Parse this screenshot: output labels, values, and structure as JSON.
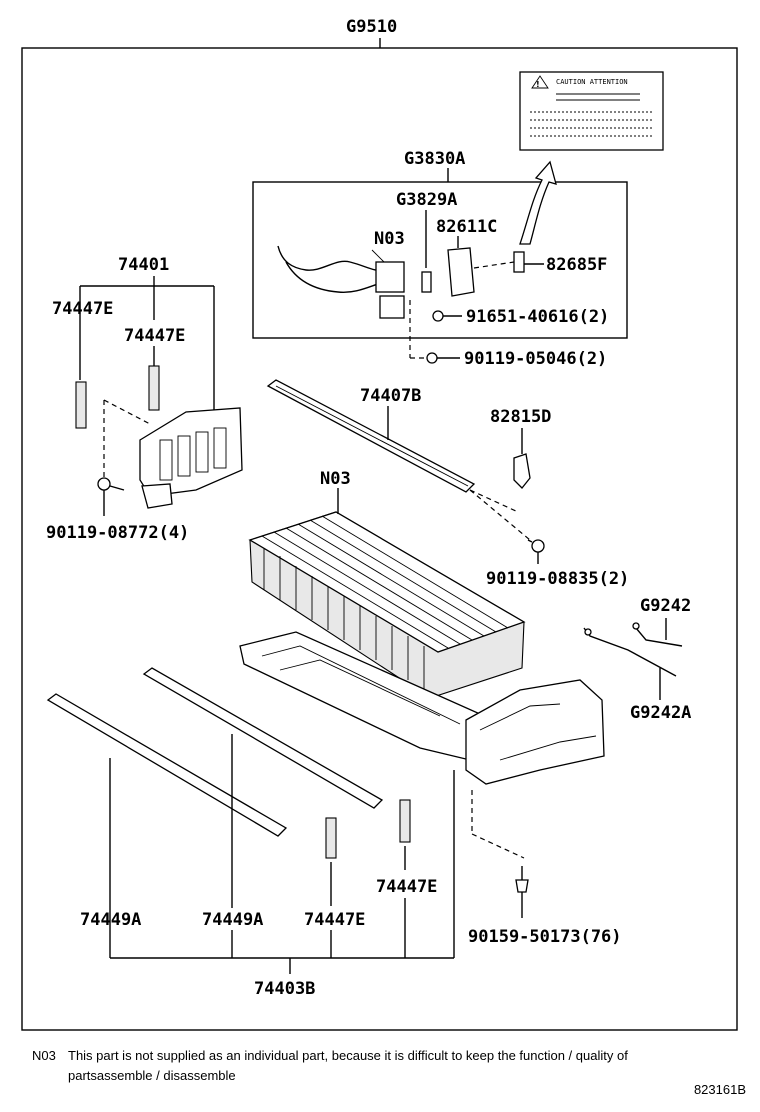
{
  "diagram": {
    "labels": {
      "g9510": "G9510",
      "g3830a": "G3830A",
      "g3829a": "G3829A",
      "n03_top": "N03",
      "c82611c": "82611C",
      "c82685f": "82685F",
      "c91651": "91651-40616(2)",
      "c90119_05046": "90119-05046(2)",
      "c74401": "74401",
      "c74447e_a": "74447E",
      "c74447e_b": "74447E",
      "c74407b": "74407B",
      "c82815d": "82815D",
      "n03_mid": "N03",
      "c90119_08772": "90119-08772(4)",
      "c90119_08835": "90119-08835(2)",
      "g9242": "G9242",
      "g9242a": "G9242A",
      "c74447e_c": "74447E",
      "c74449a_a": "74449A",
      "c74449a_b": "74449A",
      "c74447e_d": "74447E",
      "c90159": "90159-50173(76)",
      "c74403b": "74403B"
    },
    "caution_label": {
      "title": "CAUTION  ATTENTION"
    }
  },
  "footnote": {
    "code": "N03",
    "line1": "This part is not supplied as an individual part, because it is difficult to keep the function / quality of",
    "line2": "partsassemble / disassemble"
  },
  "figure_id": "823161B"
}
